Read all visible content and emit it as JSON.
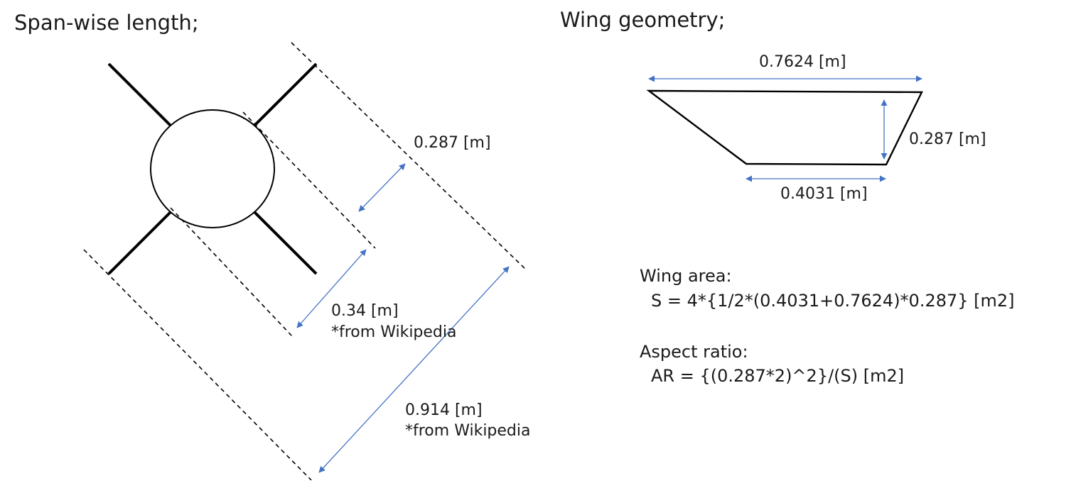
{
  "span_panel": {
    "title": "Span-wise length;",
    "dims": {
      "fin_span": "0.287 [m]",
      "body_diameter": "0.34 [m]",
      "body_diameter_note": "*from Wikipedia",
      "total_span": "0.914 [m]",
      "total_span_note": "*from Wikipedia"
    }
  },
  "wing_panel": {
    "title": "Wing geometry;",
    "dims": {
      "root_chord": "0.7624 [m]",
      "span": "0.287 [m]",
      "tip_chord": "0.4031 [m]"
    }
  },
  "formulas": {
    "area_heading": "Wing area:",
    "area_expr": "S = 4*{1/2*(0.4031+0.7624)*0.287} [m2]",
    "ar_heading": "Aspect ratio:",
    "ar_expr": "AR = {(0.287*2)^2}/(S) [m2]"
  },
  "colors": {
    "dimension_line": "#4472c4",
    "outline": "#000000"
  }
}
